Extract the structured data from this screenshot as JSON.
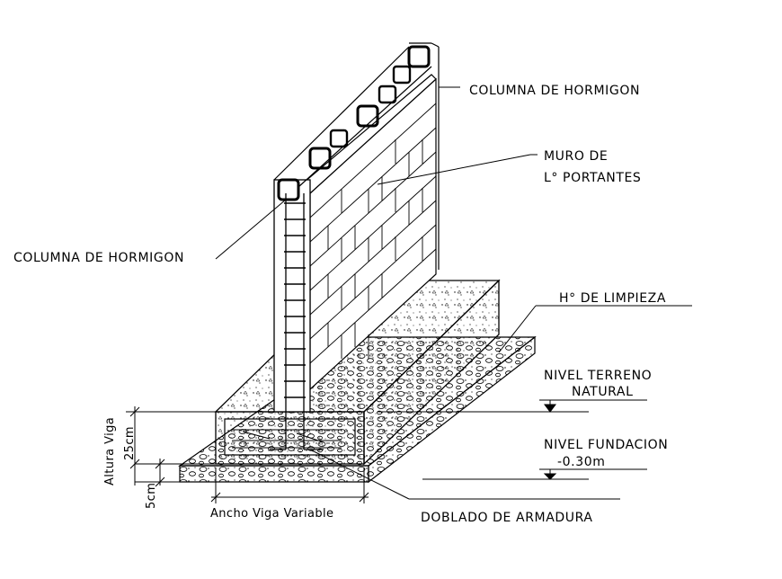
{
  "labels": {
    "columna_top": "COLUMNA DE HORMIGON",
    "muro_line1": "MURO DE",
    "muro_line2": "L° PORTANTES",
    "columna_left": "COLUMNA DE HORMIGON",
    "limpieza": "H° DE LIMPIEZA",
    "terreno_line1": "NIVEL TERRENO",
    "terreno_line2": "NATURAL",
    "fundacion_line1": "NIVEL FUNDACION",
    "fundacion_line2": "-0.30m",
    "doblado": "DOBLADO DE ARMADURA"
  },
  "dimensions": {
    "altura_viga": "Altura Viga",
    "altura_value": "25cm",
    "espesor_value": "5cm",
    "ancho_viga": "Ancho Viga Variable"
  }
}
